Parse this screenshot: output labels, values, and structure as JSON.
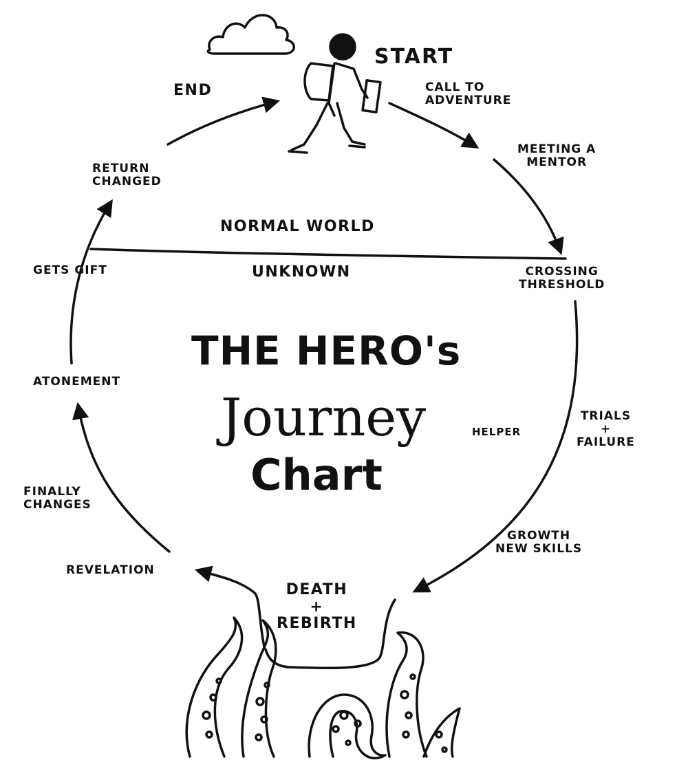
{
  "diagram": {
    "stages": {
      "start": "START",
      "call_to_adventure": [
        "CALL TO",
        "ADVENTURE"
      ],
      "meeting_mentor": [
        "MEETING A",
        "MENTOR"
      ],
      "crossing_threshold": [
        "CROSSING",
        "THRESHOLD"
      ],
      "trials_failure": [
        "TRIALS",
        "+",
        "FAILURE"
      ],
      "helper": "HELPER",
      "growth": [
        "GROWTH",
        "NEW SKILLS"
      ],
      "death_rebirth": [
        "DEATH",
        "+",
        "REBIRTH"
      ],
      "revelation": "REVELATION",
      "finally_changes": [
        "FINALLY",
        "CHANGES"
      ],
      "atonement": "ATONEMENT",
      "gets_gift": "GETS GIFT",
      "return_changed": [
        "RETURN",
        "CHANGED"
      ],
      "end": "END"
    },
    "worlds": {
      "normal": "NORMAL WORLD",
      "unknown": "UNKNOWN"
    },
    "title": {
      "line1": "THE HERO's",
      "line2": "Journey",
      "line3": "Chart"
    }
  },
  "icons": [
    "cloud-icon",
    "hiker-icon",
    "tentacle-icon"
  ],
  "colors": {
    "ink": "#111111",
    "paper": "#ffffff"
  }
}
